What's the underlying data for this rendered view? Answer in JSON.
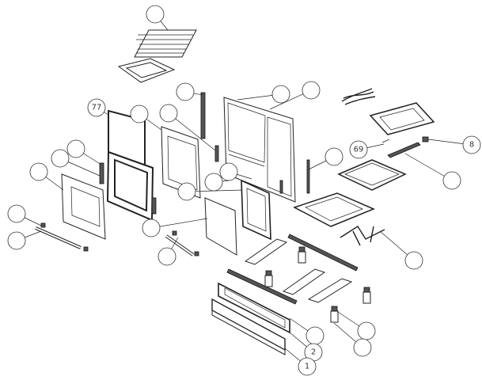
{
  "diagram": {
    "type": "exploded-parts-diagram",
    "callout_labels": {
      "door_seal": "77",
      "bracket": "69",
      "connector": "8",
      "drawer_handle_frame": "2",
      "drawer_front": "1"
    }
  }
}
